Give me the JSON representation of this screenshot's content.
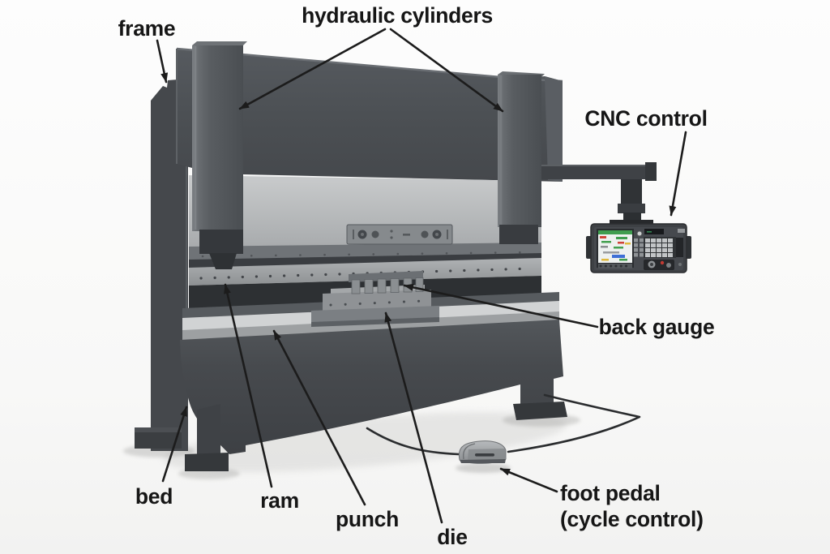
{
  "diagram": {
    "subject": "hydraulic press brake machine — labeled parts diagram",
    "labels": [
      {
        "id": "frame",
        "text": "frame"
      },
      {
        "id": "hydraulic-cylinders",
        "text": "hydraulic cylinders"
      },
      {
        "id": "cnc-control",
        "text": "CNC control"
      },
      {
        "id": "back-gauge",
        "text": "back gauge"
      },
      {
        "id": "bed",
        "text": "bed"
      },
      {
        "id": "ram",
        "text": "ram"
      },
      {
        "id": "punch",
        "text": "punch"
      },
      {
        "id": "die",
        "text": "die"
      },
      {
        "id": "foot-pedal-line1",
        "text": "foot pedal"
      },
      {
        "id": "foot-pedal-line2",
        "text": "(cycle control)"
      }
    ],
    "colors": {
      "label_text": "#161616",
      "leader_line": "#1c1c1c",
      "machine_dark": "#4b4f53",
      "machine_darker": "#3c3f43",
      "panel_light": "#bfc2c3",
      "rail_gray": "#a2a5a7",
      "bed_highlight": "#d2d4d5",
      "apron": "#45484c",
      "floor": "#fafafa",
      "screen_green": "#3f9d4f",
      "screen_red": "#cf4438",
      "screen_yellow": "#e0b93c",
      "screen_blue": "#3e6fd6"
    }
  }
}
